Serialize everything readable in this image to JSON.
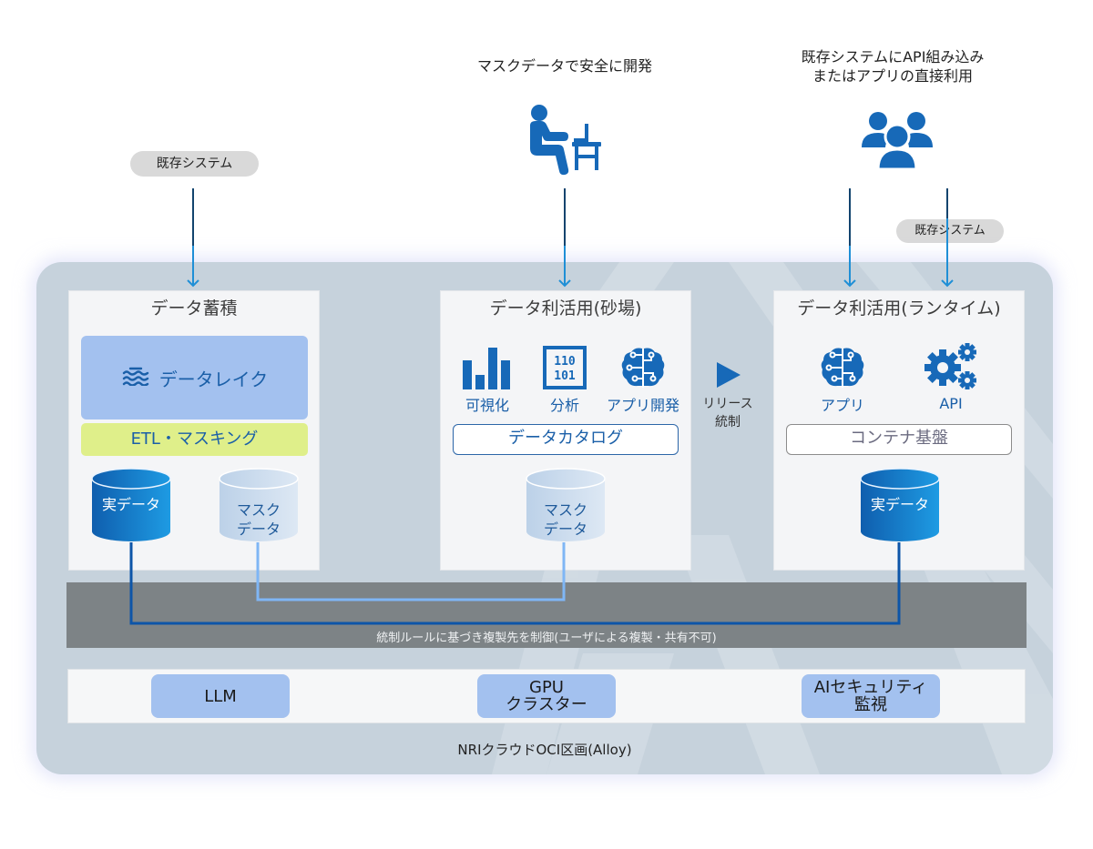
{
  "top": {
    "legacy_left_pill": "既存システム",
    "sandbox_caption": "マスクデータで安全に開発",
    "runtime_caption_line1": "既存システムにAPI組み込み",
    "runtime_caption_line2": "またはアプリの直接利用",
    "legacy_right_pill": "既存システム",
    "developer_icon": "developer-at-desk-icon",
    "users_icon": "user-group-icon"
  },
  "storage": {
    "title": "データ蓄積",
    "lake_label": "データレイク",
    "lake_icon": "water-waves-icon",
    "etl_label": "ETL・マスキング",
    "real_data_label": "実データ",
    "masked_line1": "マスク",
    "masked_line2": "データ"
  },
  "sandbox": {
    "title": "データ利活用(砂場)",
    "tools": [
      {
        "label": "可視化",
        "icon": "bar-chart-icon"
      },
      {
        "label": "分析",
        "icon": "binary-data-icon"
      },
      {
        "label": "アプリ開発",
        "icon": "ai-brain-icon"
      }
    ],
    "catalog_label": "データカタログ",
    "masked_line1": "マスク",
    "masked_line2": "データ"
  },
  "release": {
    "line1": "リリース",
    "line2": "統制",
    "icon": "play-arrow-icon"
  },
  "runtime": {
    "title": "データ利活用(ランタイム)",
    "tools": [
      {
        "label": "アプリ",
        "icon": "ai-brain-icon"
      },
      {
        "label": "API",
        "icon": "gears-icon"
      }
    ],
    "container_label": "コンテナ基盤",
    "real_data_label": "実データ"
  },
  "governance": {
    "text": "統制ルールに基づき複製先を制御(ユーザによる複製・共有不可)"
  },
  "infra": {
    "chips": [
      {
        "line1": "LLM",
        "line2": ""
      },
      {
        "line1": "GPU",
        "line2": "クラスター"
      },
      {
        "line1": "AIセキュリティ",
        "line2": "監視"
      }
    ]
  },
  "footer": {
    "label": "NRIクラウドOCI区画(Alloy)"
  },
  "colors": {
    "primary_blue": "#1a66b3",
    "arrow_blue": "#2b9be0",
    "light_blue": "#a3c1ef",
    "etl_green": "#dfef8a",
    "panel": "#c6d2dc",
    "governance_band": "#7d8386"
  }
}
